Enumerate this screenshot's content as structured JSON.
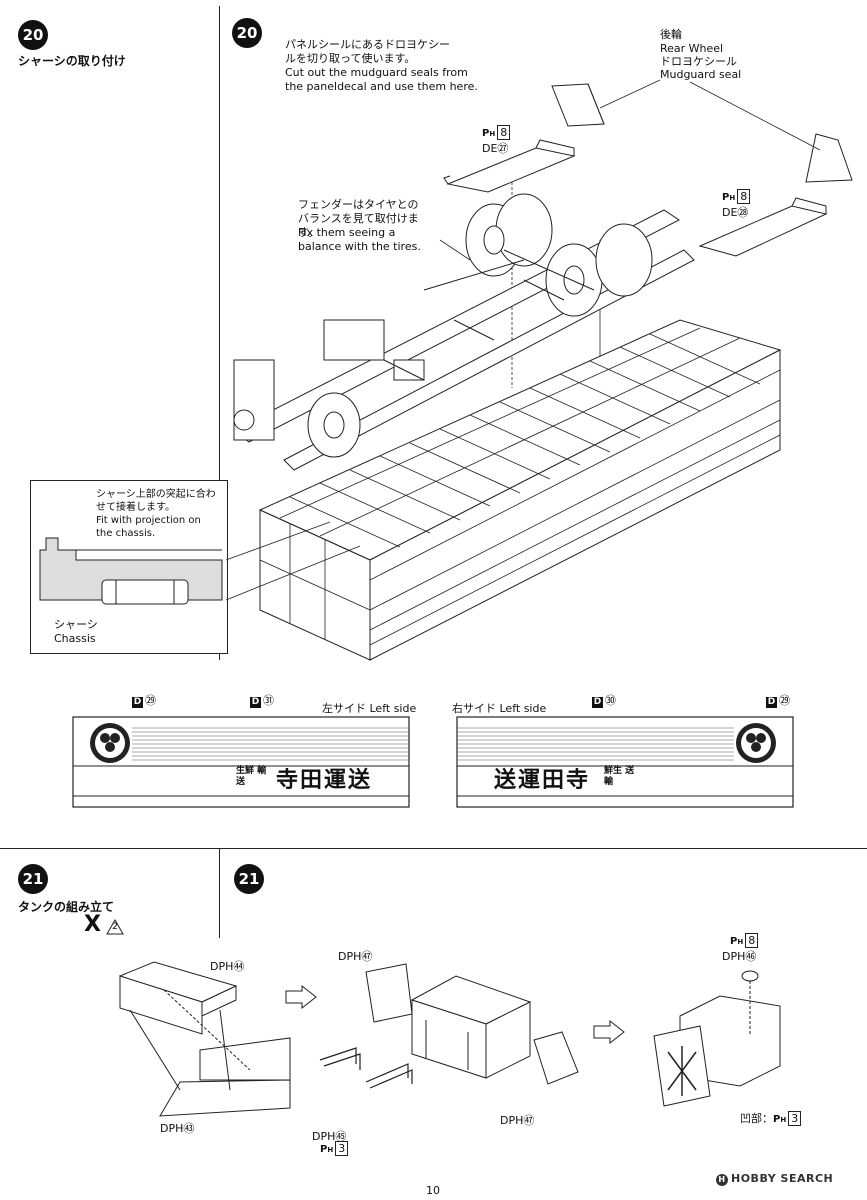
{
  "step20": {
    "number": "20",
    "heading": "シャーシの取り付け",
    "mudguard_note_jp": "パネルシールにあるドロヨケシールを切り取って使います。",
    "mudguard_note_en": "Cut out the mudguard seals from the paneldecal and use them here.",
    "rear_wheel_jp": "後輪",
    "rear_wheel_en": "Rear Wheel",
    "mudguard_seal_jp": "ドロヨケシール",
    "mudguard_seal_en": "Mudguard seal",
    "part_ph8_left": "8",
    "part_de27": "DE㉗",
    "part_ph8_right": "8",
    "part_de28": "DE㉘",
    "fender_note_jp": "フェンダーはタイヤとのバランスを見て取付けます。",
    "fender_note_en": "Fix them seeing a balance with the tires.",
    "inset_note_jp": "シャーシ上部の突起に合わせて接着します。",
    "inset_note_en": "Fit with projection on the chassis.",
    "chassis_jp": "シャーシ",
    "chassis_en": "Chassis"
  },
  "side_panels": {
    "left": {
      "label": "左サイド Left side",
      "part_a": "㉙",
      "part_b": "㉛",
      "company_text": "寺田運送",
      "small_text": "生鮮 輸送"
    },
    "right": {
      "label": "右サイド Left side",
      "part_a": "㉚",
      "part_b": "㉙",
      "company_text": "送運田寺",
      "small_text": "鮮生 送輸"
    },
    "decal_letter": "D"
  },
  "step21": {
    "number": "21",
    "heading": "タンクの組み立て",
    "qty_letter": "X",
    "qty_num": "2",
    "part_dph44": "DPH㊹",
    "part_dph43": "DPH㊸",
    "part_dph47_top": "DPH㊼",
    "part_dph47_bottom": "DPH㊼",
    "part_dph45": "DPH㊺",
    "part_ph3": "3",
    "part_ph8": "8",
    "part_dph46": "DPH㊻",
    "recess_label": "凹部：",
    "recess_part": "3"
  },
  "footer": {
    "page_number": "10",
    "watermark": "HOBBY SEARCH"
  }
}
